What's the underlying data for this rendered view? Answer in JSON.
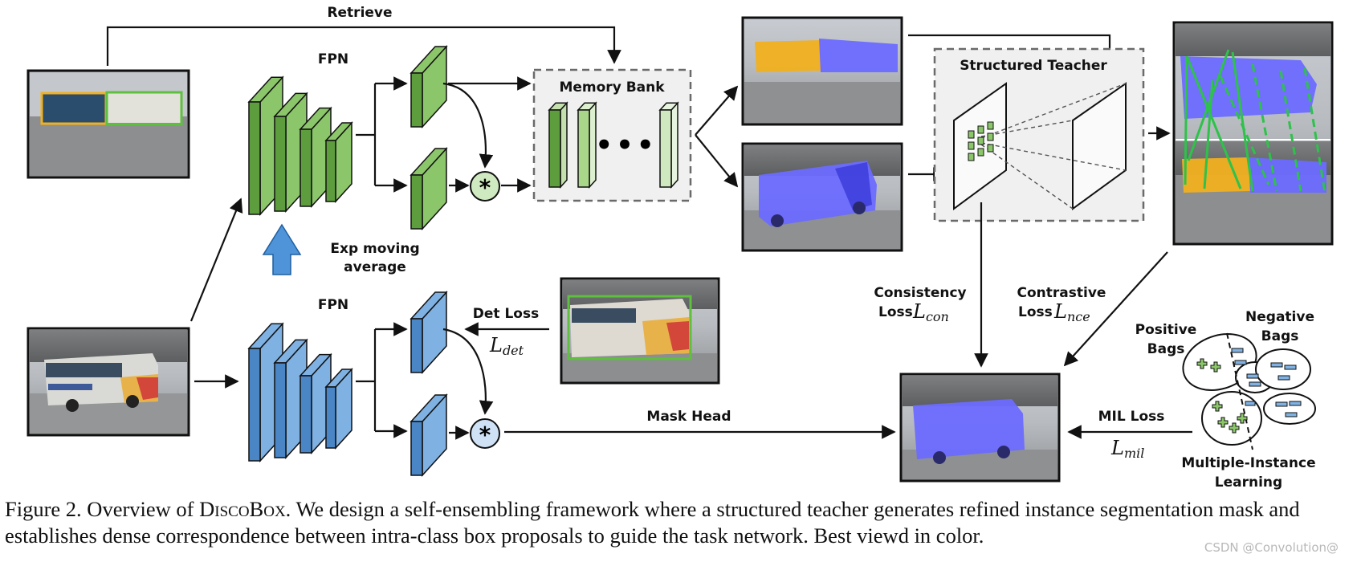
{
  "figure": {
    "labels": {
      "retrieve": "Retrieve",
      "fpn_top": "FPN",
      "fpn_bottom": "FPN",
      "memory_bank": "Memory Bank",
      "structured_teacher": "Structured Teacher",
      "ema_line1": "Exp moving",
      "ema_line2": "average",
      "det_loss": "Det Loss",
      "det_loss_symbol": "L",
      "det_loss_sub": "det",
      "mask_head": "Mask Head",
      "consistency_line1": "Consistency",
      "consistency_line2": "Loss",
      "consistency_symbol": "L",
      "consistency_sub": "con",
      "contrastive_line1": "Contrastive",
      "contrastive_line2": "Loss",
      "contrastive_symbol": "L",
      "contrastive_sub": "nce",
      "mil_loss": "MIL Loss",
      "mil_symbol": "L",
      "mil_sub": "mil",
      "positive_bags_line1": "Positive",
      "positive_bags_line2": "Bags",
      "negative_bags_line1": "Negative",
      "negative_bags_line2": "Bags",
      "mil_line1": "Multiple-Instance",
      "mil_line2": "Learning",
      "conv_symbol": "*",
      "ellipsis": "•••"
    },
    "colors": {
      "green_face": "#8cc66a",
      "green_side": "#5e9d3e",
      "blue_face": "#7fb1e3",
      "blue_side": "#4a85c5",
      "ema_arrow": "#4f94d8",
      "panel_bg": "#f0f0f0",
      "mask_blue": "#6c6cff",
      "mask_orange": "#f0b020"
    }
  },
  "caption": {
    "prefix": "Figure 2. Overview of ",
    "name": "DiscoBox",
    "text": ". We design a self-ensembling framework where a structured teacher generates refined instance segmentation mask and establishes dense correspondence between intra-class box proposals to guide the task network. Best viewd in color."
  },
  "watermark": "CSDN @Convolution@"
}
